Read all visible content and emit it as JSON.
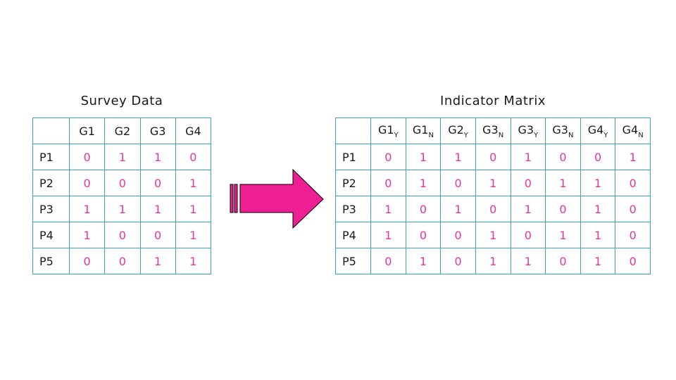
{
  "survey": {
    "title": "Survey Data",
    "columns": [
      "G1",
      "G2",
      "G3",
      "G4"
    ],
    "rows": [
      {
        "label": "P1",
        "values": [
          "0",
          "1",
          "1",
          "0"
        ]
      },
      {
        "label": "P2",
        "values": [
          "0",
          "0",
          "0",
          "1"
        ]
      },
      {
        "label": "P3",
        "values": [
          "1",
          "1",
          "1",
          "1"
        ]
      },
      {
        "label": "P4",
        "values": [
          "1",
          "0",
          "0",
          "1"
        ]
      },
      {
        "label": "P5",
        "values": [
          "0",
          "0",
          "1",
          "1"
        ]
      }
    ]
  },
  "indicator": {
    "title": "Indicator Matrix",
    "columns": [
      {
        "base": "G1",
        "sub": "Y"
      },
      {
        "base": "G1",
        "sub": "N"
      },
      {
        "base": "G2",
        "sub": "Y"
      },
      {
        "base": "G3",
        "sub": "N"
      },
      {
        "base": "G3",
        "sub": "Y"
      },
      {
        "base": "G3",
        "sub": "N"
      },
      {
        "base": "G4",
        "sub": "Y"
      },
      {
        "base": "G4",
        "sub": "N"
      }
    ],
    "rows": [
      {
        "label": "P1",
        "values": [
          "0",
          "1",
          "1",
          "0",
          "1",
          "0",
          "0",
          "1"
        ]
      },
      {
        "label": "P2",
        "values": [
          "0",
          "1",
          "0",
          "1",
          "0",
          "1",
          "1",
          "0"
        ]
      },
      {
        "label": "P3",
        "values": [
          "1",
          "0",
          "1",
          "0",
          "1",
          "0",
          "1",
          "0"
        ]
      },
      {
        "label": "P4",
        "values": [
          "1",
          "0",
          "0",
          "1",
          "0",
          "1",
          "1",
          "0"
        ]
      },
      {
        "label": "P5",
        "values": [
          "0",
          "1",
          "0",
          "1",
          "1",
          "0",
          "1",
          "0"
        ]
      }
    ]
  },
  "colors": {
    "grid": "#3aa6b9",
    "values": "#e8349a",
    "arrow_fill": "#ee1f93",
    "arrow_stroke": "#000000"
  },
  "icons": {
    "arrow": "right-arrow-icon"
  }
}
